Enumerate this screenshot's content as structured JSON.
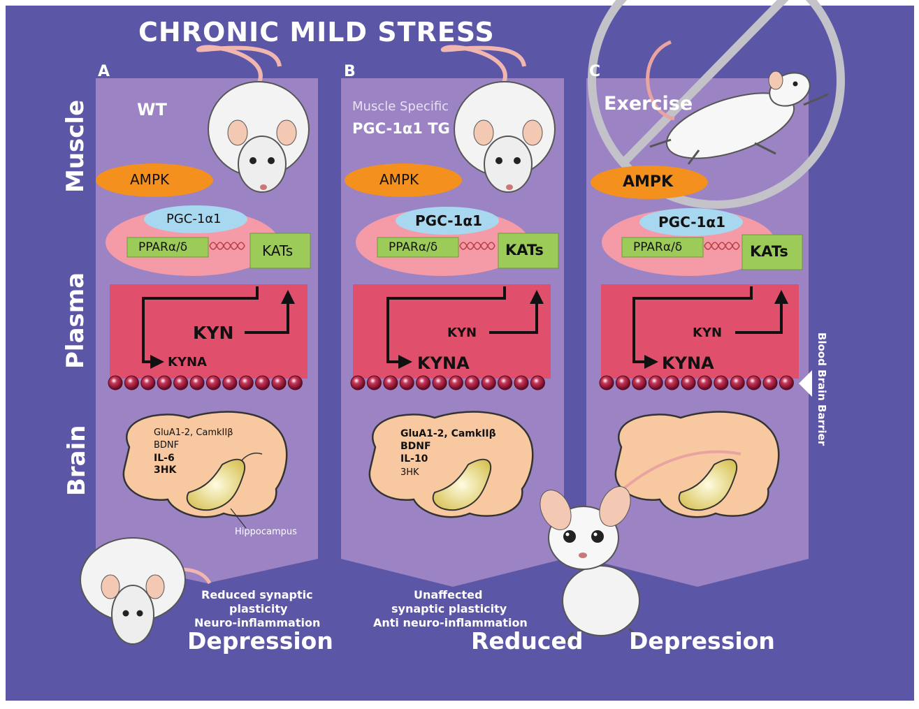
{
  "title": "CHRONIC MILD STRESS",
  "side_labels": {
    "muscle": "Muscle",
    "plasma": "Plasma",
    "brain": "Brain"
  },
  "bbb_label": "Blood Brain Barrier",
  "hippocampus_label": "Hippocampus",
  "panels": [
    {
      "letter": "A",
      "condition": "WT",
      "condition_sub": "",
      "ampk": "AMPK",
      "pgc": "PGC-1α1",
      "ppar": "PPARα/δ",
      "kats": "KATs",
      "kyn": "KYN",
      "kyna": "KYNA",
      "brain_lines": [
        "GluA1-2, CamkIIβ",
        "BDNF",
        "IL-6",
        "3HK"
      ],
      "outcome": [
        "Reduced synaptic",
        "plasticity",
        "Neuro-inflammation"
      ],
      "big": "Depression"
    },
    {
      "letter": "B",
      "condition": "PGC-1α1 TG",
      "condition_sub": "Muscle Specific",
      "ampk": "AMPK",
      "pgc": "PGC-1α1",
      "ppar": "PPARα/δ",
      "kats": "KATs",
      "kyn": "KYN",
      "kyna": "KYNA",
      "brain_lines": [
        "GluA1-2, CamkIIβ",
        "BDNF",
        "IL-10",
        "3HK"
      ],
      "outcome": [
        "Unaffected",
        "synaptic plasticity",
        "Anti neuro-inflammation"
      ],
      "big": "Reduced"
    },
    {
      "letter": "C",
      "condition": "Exercise",
      "condition_sub": "",
      "ampk": "AMPK",
      "pgc": "PGC-1α1",
      "ppar": "PPARα/δ",
      "kats": "KATs",
      "kyn": "KYN",
      "kyna": "KYNA",
      "brain_lines": [],
      "outcome": [],
      "big": "Depression"
    }
  ],
  "colors": {
    "background": "#5b56a6",
    "panel": "#9b83c4",
    "ampk": "#f4901e",
    "pgc_oval": "#f59aa7",
    "pgc_pill": "#a8d8f0",
    "green": "#9ccb5a",
    "plasma": "#e0506c",
    "bead": "#8a1030",
    "brain": "#f8c9a0",
    "hippocampus": "#f3e7a0"
  }
}
